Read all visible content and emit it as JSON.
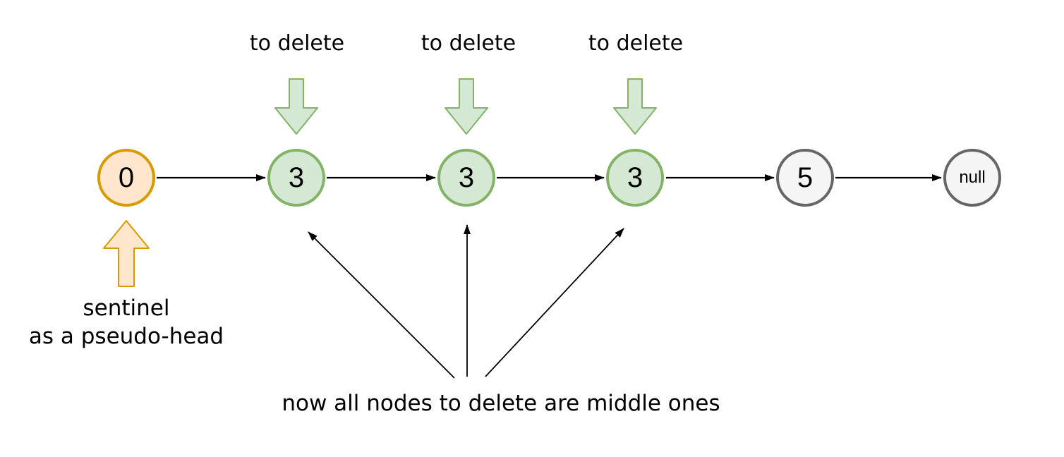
{
  "diagram": {
    "caption": "now all nodes to delete are middle ones",
    "sentinel_annotation": {
      "line1": "sentinel",
      "line2": "as a pseudo-head"
    },
    "to_delete_labels": [
      "to delete",
      "to delete",
      "to delete"
    ],
    "nodes": [
      {
        "label": "0",
        "kind": "sentinel"
      },
      {
        "label": "3",
        "kind": "to-delete"
      },
      {
        "label": "3",
        "kind": "to-delete"
      },
      {
        "label": "3",
        "kind": "to-delete"
      },
      {
        "label": "5",
        "kind": "plain"
      },
      {
        "label": "null",
        "kind": "terminal"
      }
    ],
    "colors": {
      "sentinel_fill": "#FFE6CC",
      "sentinel_border": "#D79B00",
      "delete_fill": "#D5E8D4",
      "delete_border": "#82B366",
      "plain_fill": "#F5F5F5",
      "plain_border": "#666666",
      "line": "#000000",
      "background": "#FFFFFF"
    }
  }
}
